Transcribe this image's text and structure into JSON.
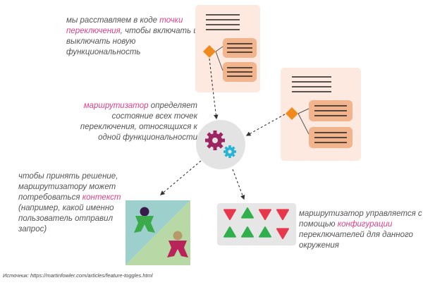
{
  "texts": {
    "toggle_points": {
      "part1": "мы расставляем в коде ",
      "highlight": "точки переключения",
      "part2": ", чтобы включать и выключать новую функциональность"
    },
    "router_state": {
      "highlight": "маршрутизатор",
      "part2": " определяет состояние всех точек переключения, относящихся к одной функциональности"
    },
    "context": {
      "part1": "чтобы принять решение, маршрутизатору может потребоваться ",
      "highlight": "контекст",
      "part2": " (например, какой именно пользователь отправил запрос)"
    },
    "configuration": {
      "part1": "маршрутизатор управляется с помощью ",
      "highlight": "конфигурации",
      "part2": " переключателей для данного окружения"
    }
  },
  "source": "Источник: https://martinfowler.com/articles/feature-toggles.html",
  "colors": {
    "highlight": "#e0408a",
    "doc_bg": "#fde9df",
    "block": "#f2b48d",
    "toggle": "#f08a1c",
    "gear_main": "#9c2460",
    "gear_small": "#26b4d6",
    "router_circle": "#e3e3e3",
    "context_teal": "#9dd0cc",
    "context_green": "#b8d9a6",
    "user1": "#3aaa4a",
    "user2": "#b8245a",
    "config_bg": "#e6e6e6",
    "config_red": "#e8364a",
    "config_green": "#2fb04c"
  },
  "icons": {
    "router": "gears-icon",
    "context": "users-icon",
    "config": "toggle-arrows-icon"
  },
  "config_rows": [
    [
      "down",
      "up",
      "down",
      "down"
    ],
    [
      "up",
      "up",
      "up",
      "down"
    ]
  ]
}
